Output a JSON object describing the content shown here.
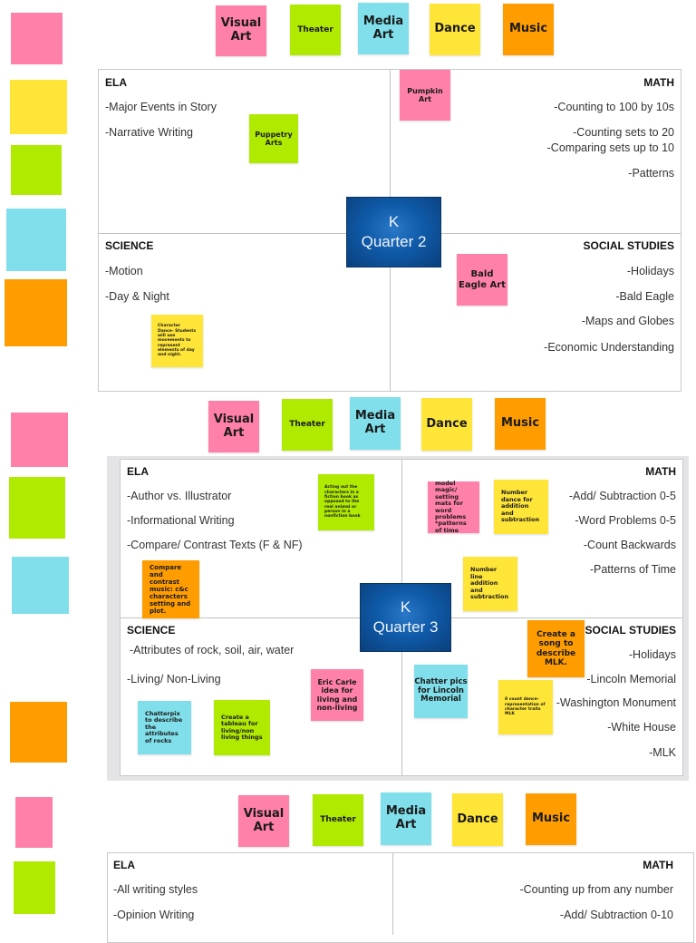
{
  "palette": [
    {
      "label": "Visual Art",
      "color": "#ff80a8"
    },
    {
      "label": "Theater",
      "color": "#b0ea00"
    },
    {
      "label": "Media Art",
      "color": "#80dfea"
    },
    {
      "label": "Dance",
      "color": "#ffe538"
    },
    {
      "label": "Music",
      "color": "#ff9d00"
    }
  ],
  "colors": {
    "pink": "#ff80a8",
    "green": "#b0ea00",
    "blue": "#80dfea",
    "yellow": "#ffe538",
    "orange": "#ff9d00",
    "center_box": "#0f5aa8"
  },
  "quarter2": {
    "center": {
      "grade": "K",
      "quarter": "Quarter 2"
    },
    "ela": {
      "title": "ELA",
      "items": [
        "-Major Events in Story",
        "-Narrative Writing"
      ]
    },
    "math": {
      "title": "MATH",
      "items": [
        "-Counting to 100 by 10s",
        "-Counting sets to 20",
        "-Comparing sets up to 10",
        "-Patterns"
      ]
    },
    "science": {
      "title": "SCIENCE",
      "items": [
        "-Motion",
        "-Day & Night"
      ]
    },
    "social": {
      "title": "SOCIAL STUDIES",
      "items": [
        "-Holidays",
        "-Bald Eagle",
        "-Maps and Globes",
        "-Economic Understanding"
      ]
    },
    "notes": {
      "puppetry": "Puppetry Arts",
      "pumpkin": "Pumpkin Art",
      "bald_eagle": "Bald Eagle Art",
      "character_dance": "Character Dance- Students will use movements to represent elements of day and night."
    }
  },
  "quarter3": {
    "center": {
      "grade": "K",
      "quarter": "Quarter 3"
    },
    "ela": {
      "title": "ELA",
      "items": [
        "-Author vs. Illustrator",
        "-Informational Writing",
        "-Compare/ Contrast Texts (F & NF)"
      ]
    },
    "math": {
      "title": "MATH",
      "items": [
        "-Add/ Subtraction 0-5",
        "-Word Problems 0-5",
        "-Count Backwards",
        "-Patterns of Time"
      ]
    },
    "science": {
      "title": "SCIENCE",
      "items": [
        "-Attributes of rock, soil, air, water",
        "-Living/ Non-Living"
      ]
    },
    "social": {
      "title": "SOCIAL STUDIES",
      "items": [
        "-Holidays",
        "-Lincoln Memorial",
        "-Washington Monument",
        "-White House",
        "-MLK"
      ]
    },
    "notes": {
      "acting_out": "Acting out the characters in a fiction book as opposed to the real animal or person in a nonfiction book",
      "compare_music": "Compare and contrast music: c&c characters setting and plot.",
      "model_magic": "model magic/ setting mats for word problems *patterns of time",
      "number_dance": "Number dance for addition and subtraction",
      "number_line": "Number line addition and subtraction",
      "chatterpix_rocks": "Chatterpix to describe the attributes of rocks",
      "tableau": "Create a tableau for living/non living things",
      "eric_carle": "Eric Carle idea for living and non-living",
      "song_mlk": "Create a song to describe MLK.",
      "chatter_lincoln": "Chatter pics for Lincoln Memorial",
      "count_dance": "8 count dance- representation of character traits MLK"
    }
  },
  "quarter4": {
    "ela": {
      "title": "ELA",
      "items": [
        "-All writing styles",
        "-Opinion Writing"
      ]
    },
    "math": {
      "title": "MATH",
      "items": [
        "-Counting up from any number",
        "-Add/ Subtraction 0-10"
      ]
    }
  }
}
